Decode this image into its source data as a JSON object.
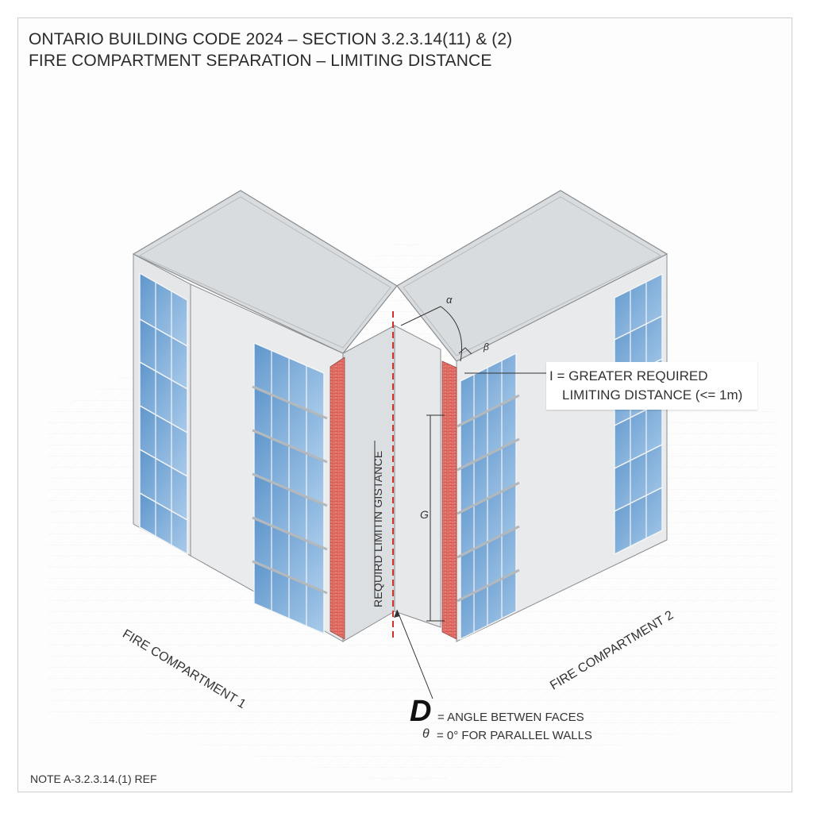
{
  "title": {
    "line1": "ONTARIO BUILDING CODE 2024 – SECTION 3.2.3.14(11) & (2)",
    "line2": "FIRE COMPARTMENT SEPARATION – LIMITING DISTANCE"
  },
  "labels": {
    "compartment_1": "FIRE COMPARTMENT 1",
    "compartment_2": "FIRE COMPARTMENT 2",
    "vertical_dimension": "REQUIRD LIMITIN GISTANCE",
    "angle_alpha": "α",
    "angle_beta": "β",
    "glyph_g": "G"
  },
  "callout": {
    "line1": "I = GREATER REQUIRED",
    "line2": "LIMITING DISTANCE (<= 1m)"
  },
  "legend": {
    "d_symbol": "D",
    "d_text": "= ANGLE BETWEN FACES",
    "theta_symbol": "θ",
    "theta_text": "= 0° FOR PARALLEL WALLS"
  },
  "note": "NOTE A-3.2.3.14.(1) REF",
  "colors": {
    "separation_line": "#d4302a",
    "glass": "#6fa3d3",
    "brick": "#d9554f",
    "wall": "#e2e4e6",
    "roof": "#d8dbde"
  }
}
